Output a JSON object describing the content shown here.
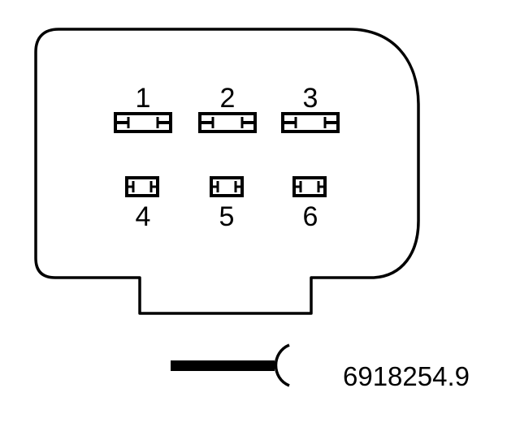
{
  "connector": {
    "outline_color": "#000000",
    "pins_top": [
      {
        "number": "1"
      },
      {
        "number": "2"
      },
      {
        "number": "3"
      }
    ],
    "pins_bottom": [
      {
        "number": "4"
      },
      {
        "number": "5"
      },
      {
        "number": "6"
      }
    ]
  },
  "harness": {
    "icon": "wire-harness-icon"
  },
  "reference": {
    "number": "6918254.9"
  }
}
